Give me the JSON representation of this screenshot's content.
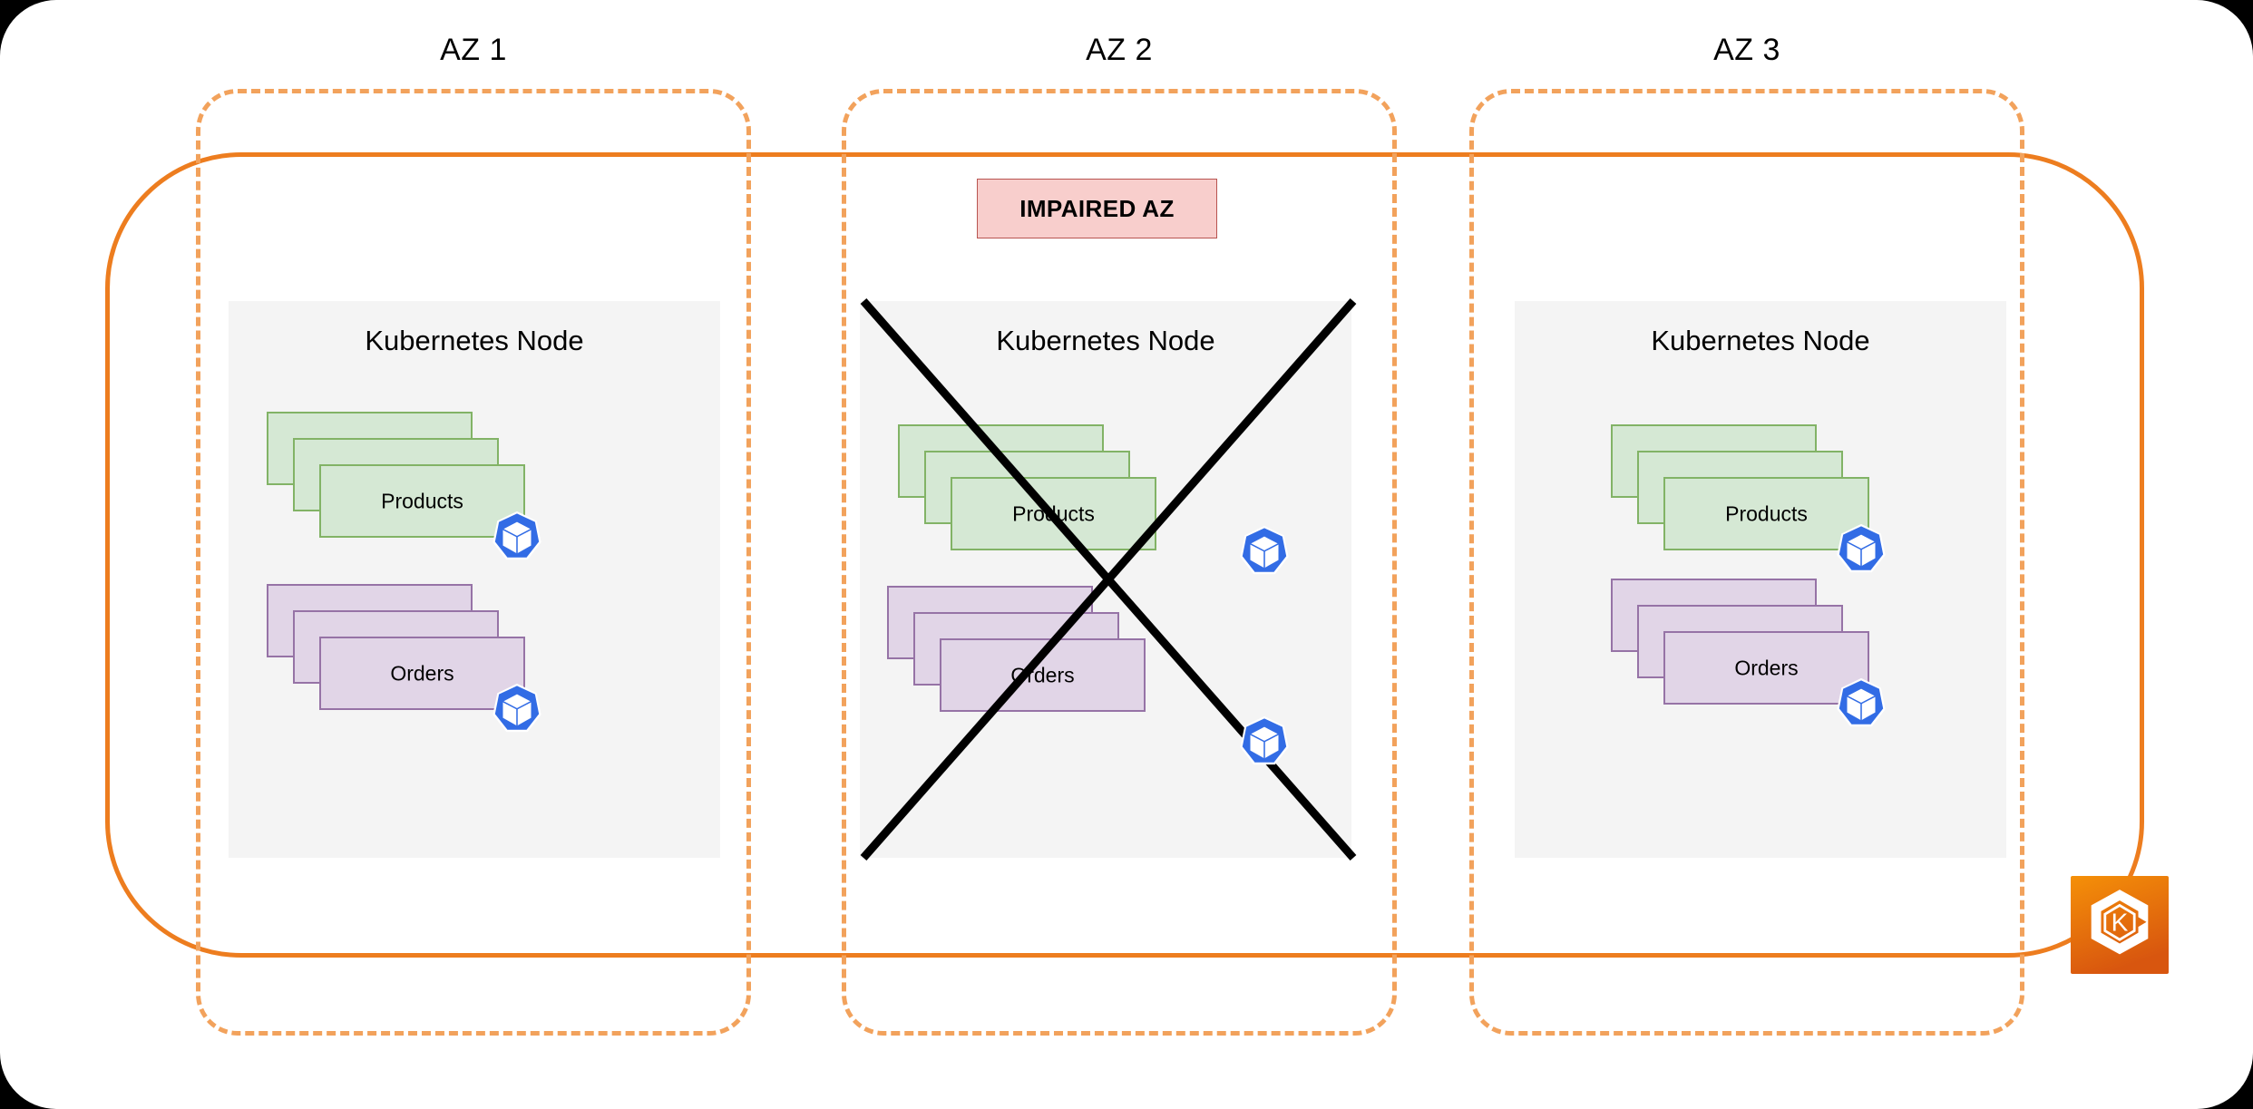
{
  "diagram": {
    "title": "Multi-AZ Kubernetes cluster with impaired availability zone",
    "colors": {
      "cluster_boundary": "#ED7D1F",
      "az_boundary": "#F2A25C",
      "node_fill": "#f4f4f4",
      "pod_green_fill": "#d5e8d4",
      "pod_green_border": "#82b366",
      "pod_purple_fill": "#e1d5e7",
      "pod_purple_border": "#9673a6",
      "impaired_fill": "#f8cecc",
      "impaired_border": "#b85450",
      "kubernetes_blue": "#326CE5",
      "eks_orange": "#ED7100"
    },
    "zones": [
      {
        "label": "AZ 1",
        "node_title": "Kubernetes Node",
        "impaired": false,
        "workloads": [
          {
            "label": "Products",
            "replicas": 3,
            "color": "green",
            "icon": "kubernetes-icon"
          },
          {
            "label": "Orders",
            "replicas": 3,
            "color": "purple",
            "icon": "kubernetes-icon"
          }
        ]
      },
      {
        "label": "AZ 2",
        "node_title": "Kubernetes Node",
        "impaired": true,
        "impaired_label": "IMPAIRED AZ",
        "failure_marker": "cross-out-x",
        "workloads": [
          {
            "label": "Products",
            "replicas": 3,
            "color": "green",
            "icon": "kubernetes-icon"
          },
          {
            "label": "Orders",
            "replicas": 3,
            "color": "purple",
            "icon": "kubernetes-icon"
          }
        ]
      },
      {
        "label": "AZ 3",
        "node_title": "Kubernetes Node",
        "impaired": false,
        "workloads": [
          {
            "label": "Products",
            "replicas": 3,
            "color": "green",
            "icon": "kubernetes-icon"
          },
          {
            "label": "Orders",
            "replicas": 3,
            "color": "purple",
            "icon": "kubernetes-icon"
          }
        ]
      }
    ],
    "service_badge": {
      "icon": "amazon-eks-icon",
      "glyph": "K"
    }
  }
}
